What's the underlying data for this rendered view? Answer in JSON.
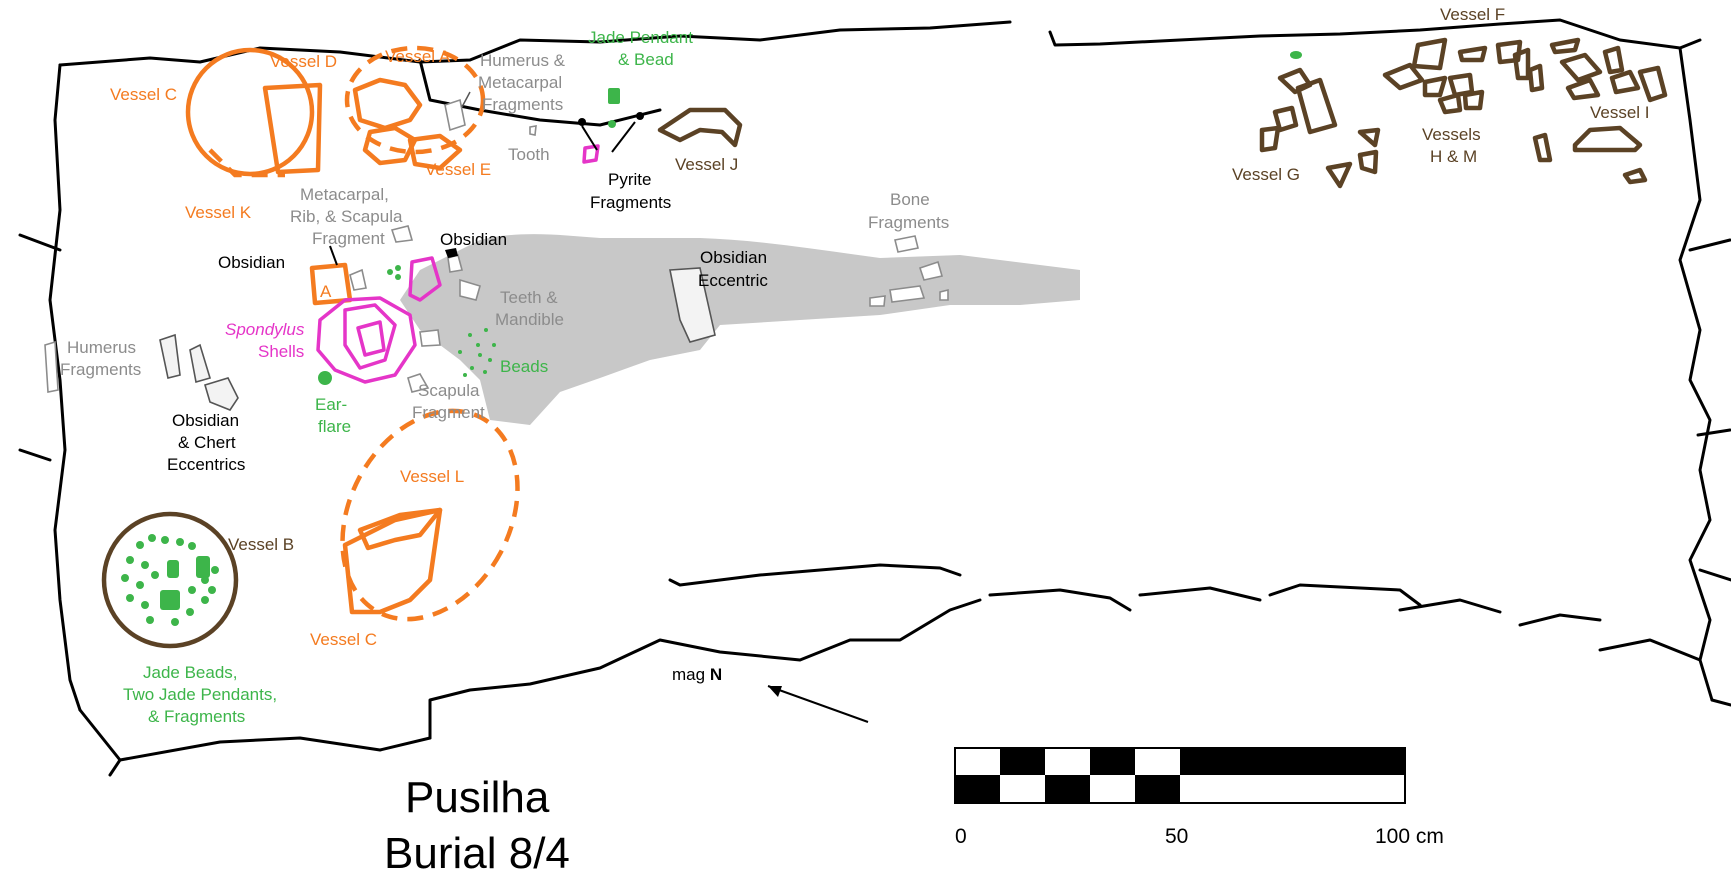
{
  "colors": {
    "orange_vessel": "#f47b20",
    "brown_vessel": "#5b4225",
    "jade_green": "#3db54a",
    "spondylus_magenta": "#e535c8",
    "bone_gray": "#8c8c8c",
    "body_silhouette": "#c8c8c8"
  },
  "title": {
    "line1": "Pusilha",
    "line2": "Burial 8/4"
  },
  "north_arrow": {
    "label_prefix": "mag",
    "label_dir": "N"
  },
  "scale_bar": {
    "label_0": "0",
    "label_50": "50",
    "label_100": "100 cm"
  },
  "labels": {
    "vessel_a": "Vessel A",
    "vessel_b": "Vessel B",
    "vessel_c_top": "Vessel C",
    "vessel_c_bottom": "Vessel C",
    "vessel_d": "Vessel D",
    "vessel_e": "Vessel E",
    "vessel_f": "Vessel F",
    "vessel_g": "Vessel G",
    "vessels_hm_1": "Vessels",
    "vessels_hm_2": "H & M",
    "vessel_i": "Vessel I",
    "vessel_j": "Vessel J",
    "vessel_k": "Vessel K",
    "vessel_l": "Vessel L",
    "small_a": "A",
    "humerus_meta_1": "Humerus &",
    "humerus_meta_2": "Metacarpal",
    "humerus_meta_3": "Fragments",
    "tooth": "Tooth",
    "jade_pendant_1": "Jade Pendant",
    "jade_pendant_2": "& Bead",
    "pyrite_1": "Pyrite",
    "pyrite_2": "Fragments",
    "metacarpal_1": "Metacarpal,",
    "metacarpal_2": "Rib, & Scapula",
    "metacarpal_3": "Fragment",
    "obsidian_left": "Obsidian",
    "obsidian_mid": "Obsidian",
    "obsidian_ecc_1": "Obsidian",
    "obsidian_ecc_2": "Eccentric",
    "bone_frag_1": "Bone",
    "bone_frag_2": "Fragments",
    "teeth_1": "Teeth &",
    "teeth_2": "Mandible",
    "spondylus_1": "Spondylus",
    "spondylus_2": "Shells",
    "humerus_frag_1": "Humerus",
    "humerus_frag_2": "Fragments",
    "beads": "Beads",
    "earflare_1": "Ear-",
    "earflare_2": "flare",
    "scapula_1": "Scapula",
    "scapula_2": "Fragment",
    "obs_chert_1": "Obsidian",
    "obs_chert_2": "& Chert",
    "obs_chert_3": "Eccentrics",
    "jade_beads_1": "Jade Beads,",
    "jade_beads_2": "Two Jade Pendants,",
    "jade_beads_3": "& Fragments"
  }
}
